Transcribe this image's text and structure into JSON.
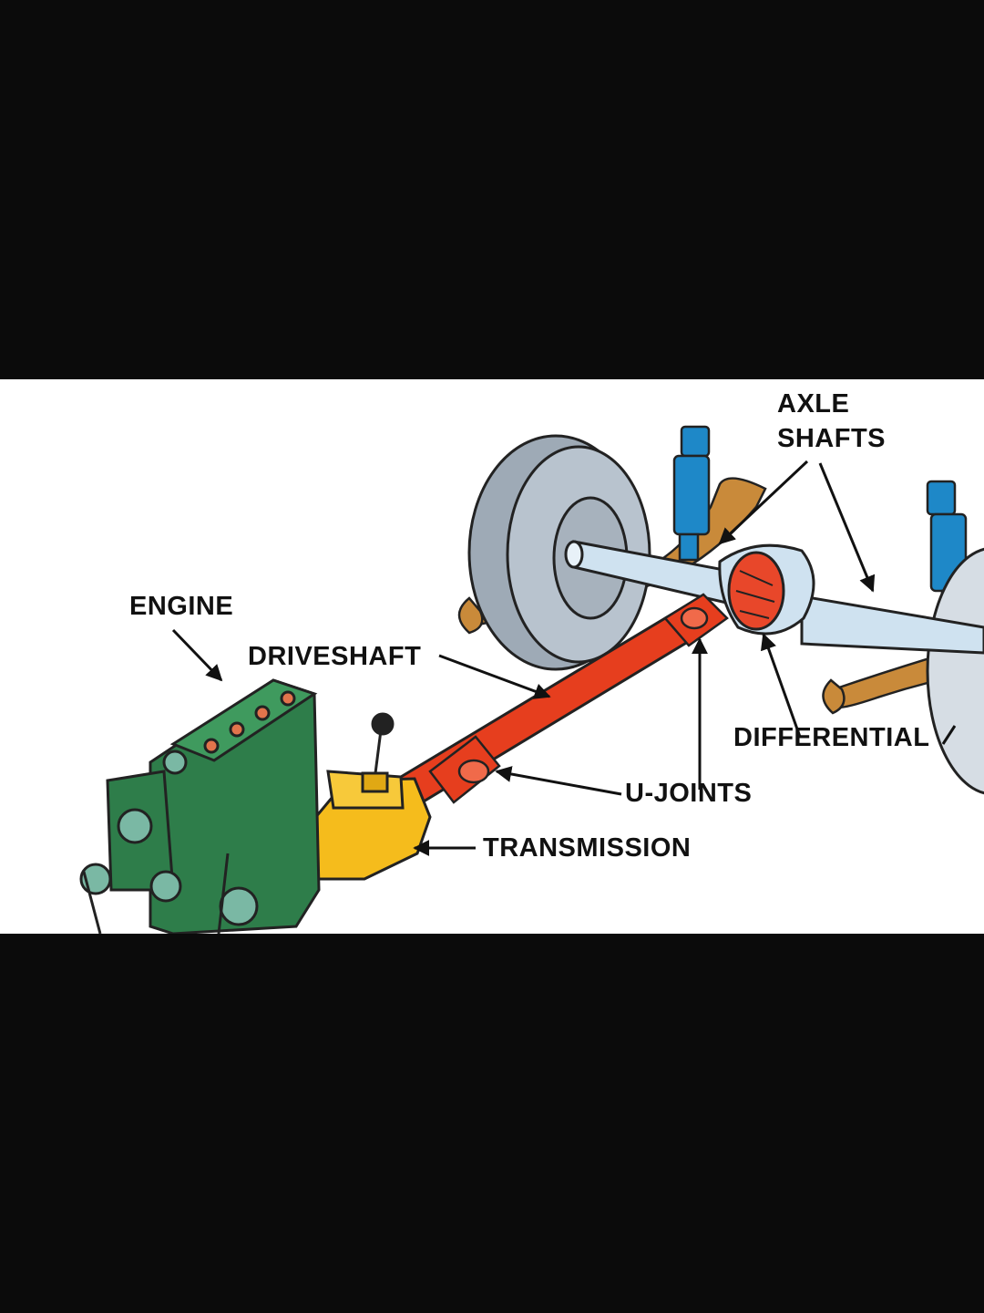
{
  "diagram": {
    "labels": {
      "axle_shafts_line1": "AXLE",
      "axle_shafts_line2": "SHAFTS",
      "engine": "ENGINE",
      "driveshaft": "DRIVESHAFT",
      "differential": "DIFFERENTIAL",
      "u_joints": "U-JOINTS",
      "transmission": "TRANSMISSION"
    },
    "colors": {
      "background_bars": "#0b0b0b",
      "panel": "#ffffff",
      "engine": "#2e7d4a",
      "transmission": "#f5bc1c",
      "driveshaft": "#e63e1e",
      "axle": "#cfe2f0",
      "wheel": "#9eaab6",
      "shock_absorber": "#1e88c8",
      "leaf_spring": "#c98a3a"
    }
  }
}
